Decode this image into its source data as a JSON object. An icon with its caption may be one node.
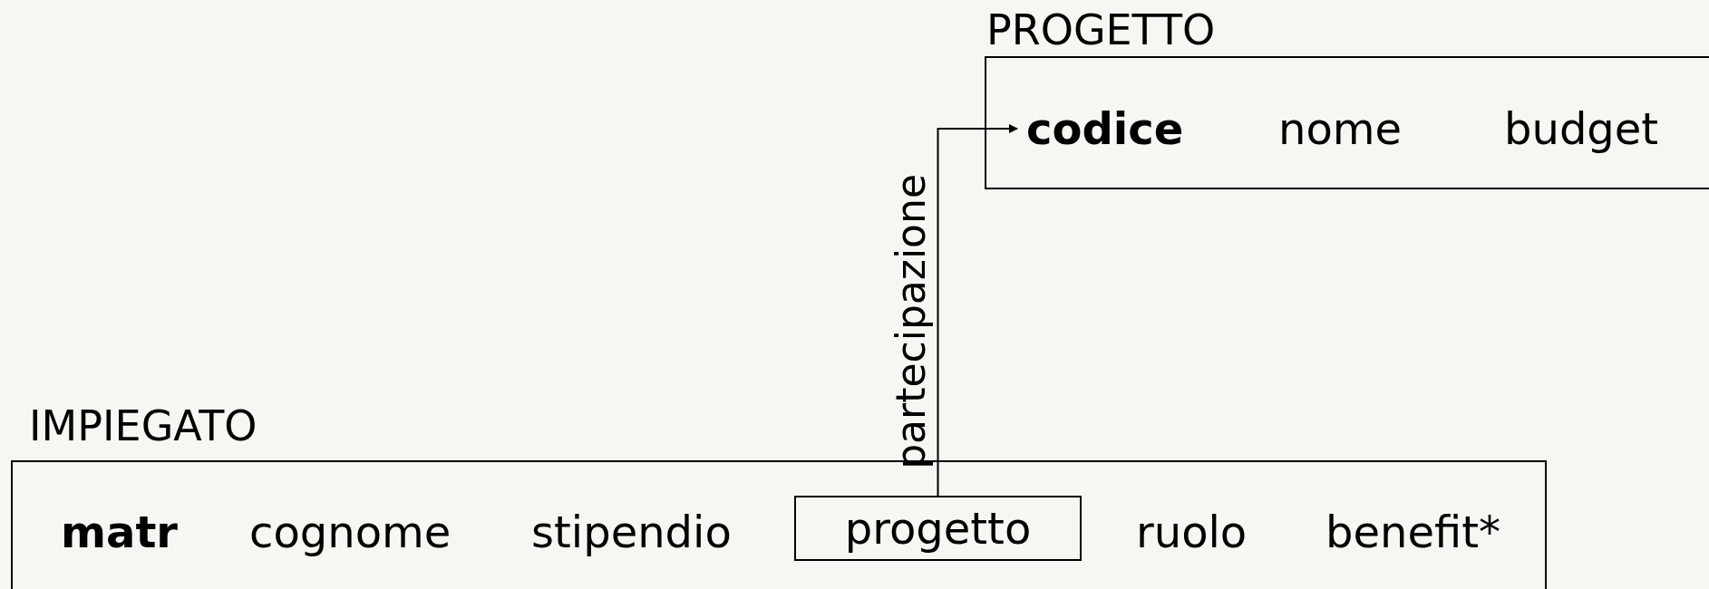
{
  "diagram": {
    "nodes": [
      {
        "text": [
          "PROGETTO"
        ]
      },
      {
        "text": [
          "codice"
        ],
        "in": 0
      },
      {
        "text": [
          "nome"
        ],
        "in": 0
      },
      {
        "text": [
          "budget"
        ],
        "in": 0
      },
      {
        "text": [
          "IMPIEGATO"
        ]
      },
      {
        "text": [
          "matr"
        ],
        "in": 4
      },
      {
        "text": [
          "cognome"
        ],
        "in": 4
      },
      {
        "text": [
          "stipendio"
        ],
        "in": 4
      },
      {
        "text": [
          "progetto"
        ],
        "in": 4
      },
      {
        "text": [
          "ruolo"
        ],
        "in": 4
      },
      {
        "text": [
          "benefit*"
        ],
        "in": 4
      }
    ],
    "edges": [
      {
        "from": 8,
        "to": 1,
        "arrow": "to",
        "label": "partecipazione"
      }
    ]
  }
}
